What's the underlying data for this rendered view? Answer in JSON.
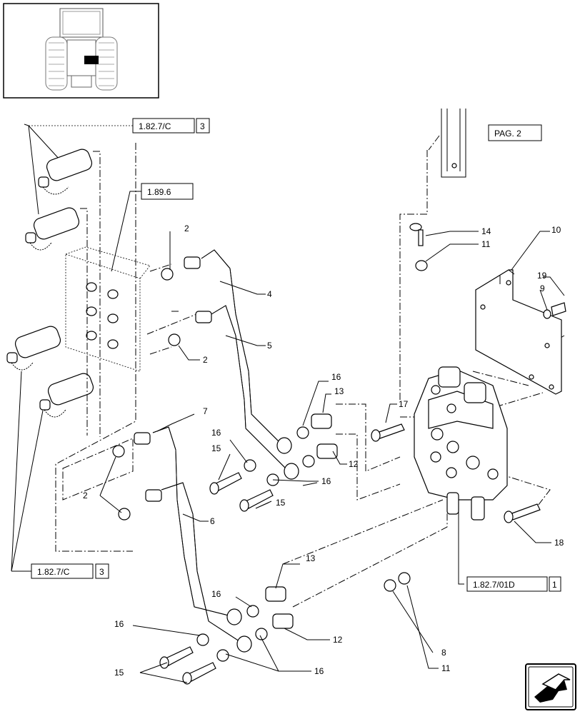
{
  "references": [
    {
      "code": "1.82.7/C",
      "page": "3"
    },
    {
      "code": "1.89.6"
    },
    {
      "code": "PAG. 2"
    },
    {
      "code": "1.82.7/C",
      "page": "3"
    },
    {
      "code": "1.82.7/01D",
      "page": "1"
    }
  ],
  "callouts": [
    "2",
    "4",
    "5",
    "2",
    "14",
    "11",
    "10",
    "19",
    "9",
    "16",
    "13",
    "17",
    "7",
    "16",
    "15",
    "12",
    "16",
    "2",
    "15",
    "6",
    "18",
    "13",
    "16",
    "16",
    "12",
    "8",
    "15",
    "16",
    "11"
  ],
  "icons": {
    "thumbnail": "tractor-rear-view-icon",
    "nav": "next-page-arrow-icon"
  }
}
